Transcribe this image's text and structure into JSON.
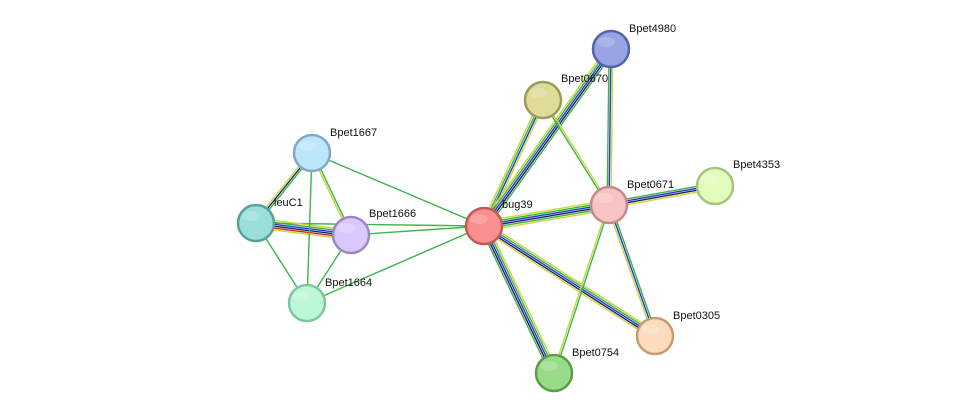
{
  "network": {
    "nodes": [
      {
        "id": "bug39",
        "label": "bug39",
        "fill": "#fa8f8f",
        "stroke": "#c05a5a"
      },
      {
        "id": "Bpet0671",
        "label": "Bpet0671",
        "fill": "#f7c4c4",
        "stroke": "#c48a8a"
      },
      {
        "id": "Bpet0670",
        "label": "Bpet0670",
        "fill": "#dedc98",
        "stroke": "#9c9a58"
      },
      {
        "id": "Bpet4980",
        "label": "Bpet4980",
        "fill": "#98a4e4",
        "stroke": "#5662aa"
      },
      {
        "id": "Bpet4353",
        "label": "Bpet4353",
        "fill": "#e2fcbe",
        "stroke": "#a6c47c"
      },
      {
        "id": "Bpet0305",
        "label": "Bpet0305",
        "fill": "#fcdcbc",
        "stroke": "#c49a76"
      },
      {
        "id": "Bpet0754",
        "label": "Bpet0754",
        "fill": "#98dc8a",
        "stroke": "#5a9c4c"
      },
      {
        "id": "Bpet1667",
        "label": "Bpet1667",
        "fill": "#bce6fc",
        "stroke": "#80aac4"
      },
      {
        "id": "leuC1",
        "label": "leuC1",
        "fill": "#98e0d8",
        "stroke": "#58a09a"
      },
      {
        "id": "Bpet1666",
        "label": "Bpet1666",
        "fill": "#d8c8fc",
        "stroke": "#9a88c4"
      },
      {
        "id": "Bpet1664",
        "label": "Bpet1664",
        "fill": "#bcf8d8",
        "stroke": "#80c49e"
      }
    ],
    "edges": [
      {
        "source": "bug39",
        "target": "Bpet0671",
        "colors": [
          "#c8d640",
          "#22c022",
          "#2838c8",
          "#202060",
          "#3cb44a",
          "#c8d640"
        ]
      },
      {
        "source": "bug39",
        "target": "Bpet0670",
        "colors": [
          "#c8d640",
          "#3cb44a",
          "#2838c8",
          "#c8d640"
        ]
      },
      {
        "source": "bug39",
        "target": "Bpet4980",
        "colors": [
          "#c8d640",
          "#3cb44a",
          "#2838c8",
          "#202060",
          "#3cb44a"
        ]
      },
      {
        "source": "bug39",
        "target": "Bpet0305",
        "colors": [
          "#c8d640",
          "#3cb44a",
          "#2838c8",
          "#202060",
          "#c8d640"
        ]
      },
      {
        "source": "bug39",
        "target": "Bpet0754",
        "colors": [
          "#c8d640",
          "#3cb44a",
          "#2838c8",
          "#202060",
          "#3cb44a"
        ]
      },
      {
        "source": "Bpet0671",
        "target": "Bpet0670",
        "colors": [
          "#3cb44a",
          "#c8d640"
        ]
      },
      {
        "source": "Bpet0671",
        "target": "Bpet4980",
        "colors": [
          "#3cb44a",
          "#2838c8",
          "#c8d640"
        ]
      },
      {
        "source": "Bpet0671",
        "target": "Bpet4353",
        "colors": [
          "#3cb44a",
          "#2838c8",
          "#202060",
          "#c8d640"
        ]
      },
      {
        "source": "Bpet0671",
        "target": "Bpet0305",
        "colors": [
          "#3cb44a",
          "#2838c8",
          "#c8d640"
        ]
      },
      {
        "source": "Bpet0671",
        "target": "Bpet0754",
        "colors": [
          "#3cb44a",
          "#c8d640"
        ]
      },
      {
        "source": "bug39",
        "target": "Bpet1666",
        "colors": [
          "#3cb44a"
        ]
      },
      {
        "source": "bug39",
        "target": "Bpet1667",
        "colors": [
          "#3cb44a"
        ]
      },
      {
        "source": "bug39",
        "target": "leuC1",
        "colors": [
          "#3cb44a"
        ]
      },
      {
        "source": "bug39",
        "target": "Bpet1664",
        "colors": [
          "#3cb44a"
        ]
      },
      {
        "source": "leuC1",
        "target": "Bpet1666",
        "colors": [
          "#c8d640",
          "#3cb44a",
          "#2838c8",
          "#202060",
          "#c82828",
          "#c8d640"
        ]
      },
      {
        "source": "leuC1",
        "target": "Bpet1667",
        "colors": [
          "#c8d640",
          "#202060",
          "#3cb44a"
        ]
      },
      {
        "source": "leuC1",
        "target": "Bpet1664",
        "colors": [
          "#3cb44a"
        ]
      },
      {
        "source": "Bpet1667",
        "target": "Bpet1666",
        "colors": [
          "#3cb44a",
          "#c8d640"
        ]
      },
      {
        "source": "Bpet1667",
        "target": "Bpet1664",
        "colors": [
          "#3cb44a"
        ]
      },
      {
        "source": "Bpet1666",
        "target": "Bpet1664",
        "colors": [
          "#3cb44a"
        ]
      }
    ]
  }
}
